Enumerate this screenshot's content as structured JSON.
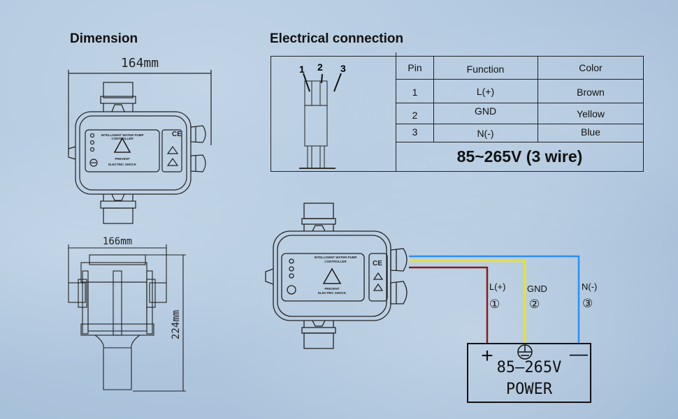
{
  "headings": {
    "dimension": "Dimension",
    "electrical": "Electrical connection"
  },
  "dimensions": {
    "top_width": "164mm",
    "side_width": "166mm",
    "side_height": "224mm"
  },
  "connector": {
    "pin_labels": [
      "1",
      "2",
      "3"
    ]
  },
  "table": {
    "headers": [
      "Pin",
      "Function",
      "Color"
    ],
    "rows": [
      {
        "pin": "1",
        "function": "L(+)",
        "color": "Brown"
      },
      {
        "pin": "2",
        "function": "GND",
        "color": "Yellow"
      },
      {
        "pin": "3",
        "function": "N(-)",
        "color": "Blue"
      }
    ],
    "voltage": "85~265V  (3 wire)"
  },
  "device_label": {
    "title_line1": "INTELLIGENT WATER PUMP",
    "title_line2": "CONTROLLER",
    "warning_line1": "PREVENT",
    "warning_line2": "ELECTRIC SHOCK",
    "ce_mark": "CE"
  },
  "wiring": {
    "wires": [
      {
        "label": "L(+)",
        "number": "①",
        "color": "#8b1a1a"
      },
      {
        "label": "GND",
        "number": "②",
        "color": "#f2e60a"
      },
      {
        "label": "N(-)",
        "number": "③",
        "color": "#2f8ef0"
      }
    ],
    "power_voltage": "85—265V",
    "power_label": "POWER",
    "plus_symbol": "+",
    "minus_symbol": "—"
  }
}
